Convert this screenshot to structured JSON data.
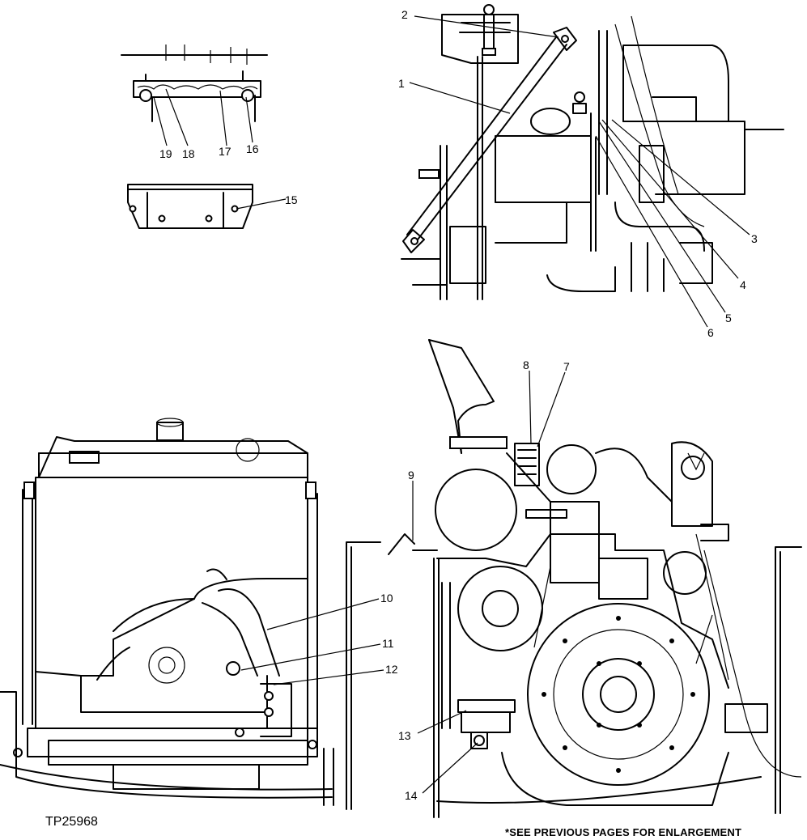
{
  "figure_id": "TP25968",
  "note": "*SEE PREVIOUS PAGES FOR ENLARGEMENT",
  "callouts": {
    "c1": "1",
    "c2": "2",
    "c3": "3",
    "c4": "4",
    "c5": "5",
    "c6": "6",
    "c7": "7",
    "c8": "8",
    "c9": "9",
    "c10": "10",
    "c11": "11",
    "c12": "12",
    "c13": "13",
    "c14": "14",
    "c15": "15",
    "c16": "16",
    "c17": "17",
    "c18": "18",
    "c19": "19"
  }
}
